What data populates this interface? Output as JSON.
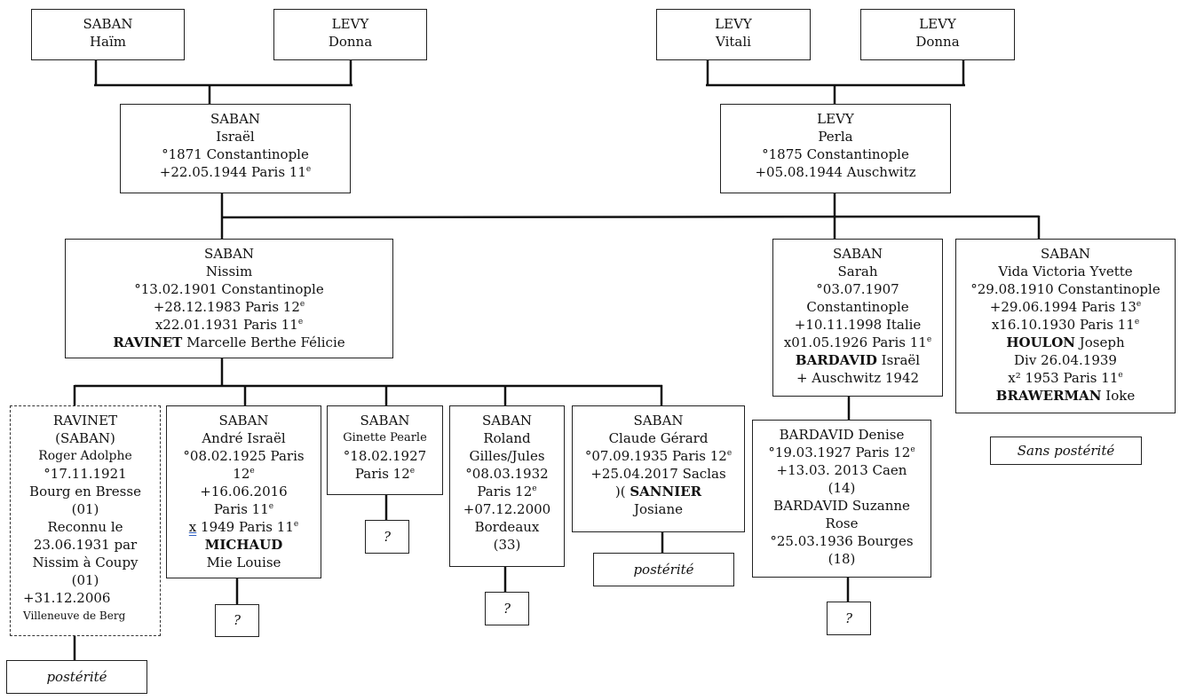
{
  "tree": {
    "gen1": {
      "saban_haim": {
        "surname": "SABAN",
        "given": "Haïm"
      },
      "levy_donna_1": {
        "surname": "LEVY",
        "given": "Donna"
      },
      "levy_vitali": {
        "surname": "LEVY",
        "given": "Vitali"
      },
      "levy_donna_2": {
        "surname": "LEVY",
        "given": "Donna"
      }
    },
    "gen2": {
      "saban_israel": {
        "surname": "SABAN",
        "given": "Israël",
        "birth": "°1871 Constantinople",
        "death": "+22.05.1944 Paris 11",
        "death_sup": "e"
      },
      "levy_perla": {
        "surname": "LEVY",
        "given": "Perla",
        "birth": "°1875 Constantinople",
        "death": "+05.08.1944 Auschwitz"
      }
    },
    "gen3": {
      "nissim": {
        "surname": "SABAN",
        "given": "Nissim",
        "birth": "°13.02.1901 Constantinople",
        "death": "+28.12.1983 Paris 12",
        "death_sup": "e",
        "marriage": "x22.01.1931 Paris 11",
        "marriage_sup": "e",
        "spouse_surname": "RAVINET",
        "spouse_given": "Marcelle Berthe Félicie"
      },
      "sarah": {
        "surname": "SABAN",
        "given": "Sarah",
        "birth_date": "°03.07.1907",
        "birth_place": "Constantinople",
        "death": "+10.11.1998 Italie",
        "marriage": "x01.05.1926 Paris 11",
        "marriage_sup": "e",
        "spouse_surname": "BARDAVID",
        "spouse_given": "Israël",
        "spouse_death": "+ Auschwitz 1942"
      },
      "vida": {
        "surname": "SABAN",
        "given": "Vida Victoria Yvette",
        "birth": "°29.08.1910 Constantinople",
        "death": "+29.06.1994 Paris 13",
        "death_sup": "e",
        "marriage": "x16.10.1930 Paris 11",
        "marriage_sup": "e",
        "spouse_surname": "HOULON",
        "spouse_given": "Joseph",
        "divorce": "Div 26.04.1939",
        "marriage2": "x² 1953 Paris 11",
        "marriage2_sup": "e",
        "spouse2_surname": "BRAWERMAN",
        "spouse2_given": "Ioke",
        "note": "Sans postérité"
      }
    },
    "gen4": {
      "roger": {
        "surname": "RAVINET",
        "alt_surname": "(SABAN)",
        "given": "Roger Adolphe",
        "birth_date": "°17.11.1921",
        "birth_place": "Bourg en Bresse",
        "birth_dept": "(01)",
        "rec1": "Reconnu le",
        "rec2": "23.06.1931 par",
        "rec3": "Nissim à Coupy",
        "rec4": "(01)",
        "death": "+31.12.2006",
        "death_place": "Villeneuve de Berg",
        "note": "postérité"
      },
      "andre": {
        "surname": "SABAN",
        "given": "André Israël",
        "birth": "°08.02.1925 Paris",
        "birth2": "12",
        "birth2_sup": "e",
        "death": "+16.06.2016",
        "death_place": "Paris 11",
        "death_sup": "e",
        "marriage_x": "x",
        "marriage": " 1949 Paris 11",
        "marriage_sup": "e",
        "spouse_surname": "MICHAUD",
        "spouse_given": "Mie Louise",
        "note": "?"
      },
      "ginette": {
        "surname": "SABAN",
        "given": "Ginette Pearle",
        "birth": "°18.02.1927",
        "birth_place": "Paris 12",
        "birth_sup": "e",
        "note": "?"
      },
      "roland": {
        "surname": "SABAN",
        "given": "Roland",
        "given2": "Gilles/Jules",
        "birth": "°08.03.1932",
        "birth_place": "Paris 12",
        "birth_sup": "e",
        "death": "+07.12.2000",
        "death_place": "Bordeaux",
        "death_dept": "(33)",
        "note": "?"
      },
      "claude": {
        "surname": "SABAN",
        "given": "Claude Gérard",
        "birth": "°07.09.1935 Paris 12",
        "birth_sup": "e",
        "death": "+25.04.2017 Saclas",
        "union": ")( ",
        "spouse_surname": "SANNIER",
        "spouse_given": "Josiane",
        "note": "postérité"
      },
      "bardavid": {
        "p1": "BARDAVID Denise",
        "p1_birth": "°19.03.1927 Paris 12",
        "p1_birth_sup": "e",
        "p1_death": "+13.03. 2013 Caen",
        "p1_dept": "(14)",
        "p2a": "BARDAVID Suzanne",
        "p2b": "Rose",
        "p2_birth": "°25.03.1936 Bourges",
        "p2_dept": "(18)",
        "note": "?"
      }
    }
  }
}
